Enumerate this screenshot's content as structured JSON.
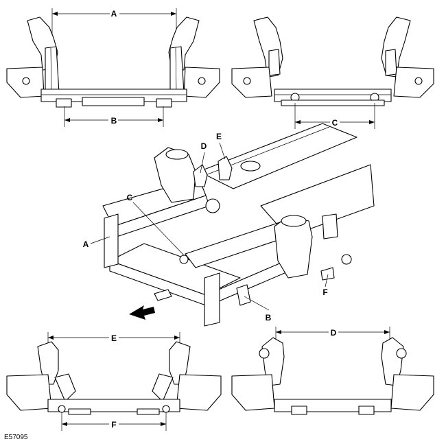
{
  "labels": {
    "A": "A",
    "B": "B",
    "C": "C",
    "D": "D",
    "E": "E",
    "F": "F"
  },
  "figure_id": "E57095"
}
